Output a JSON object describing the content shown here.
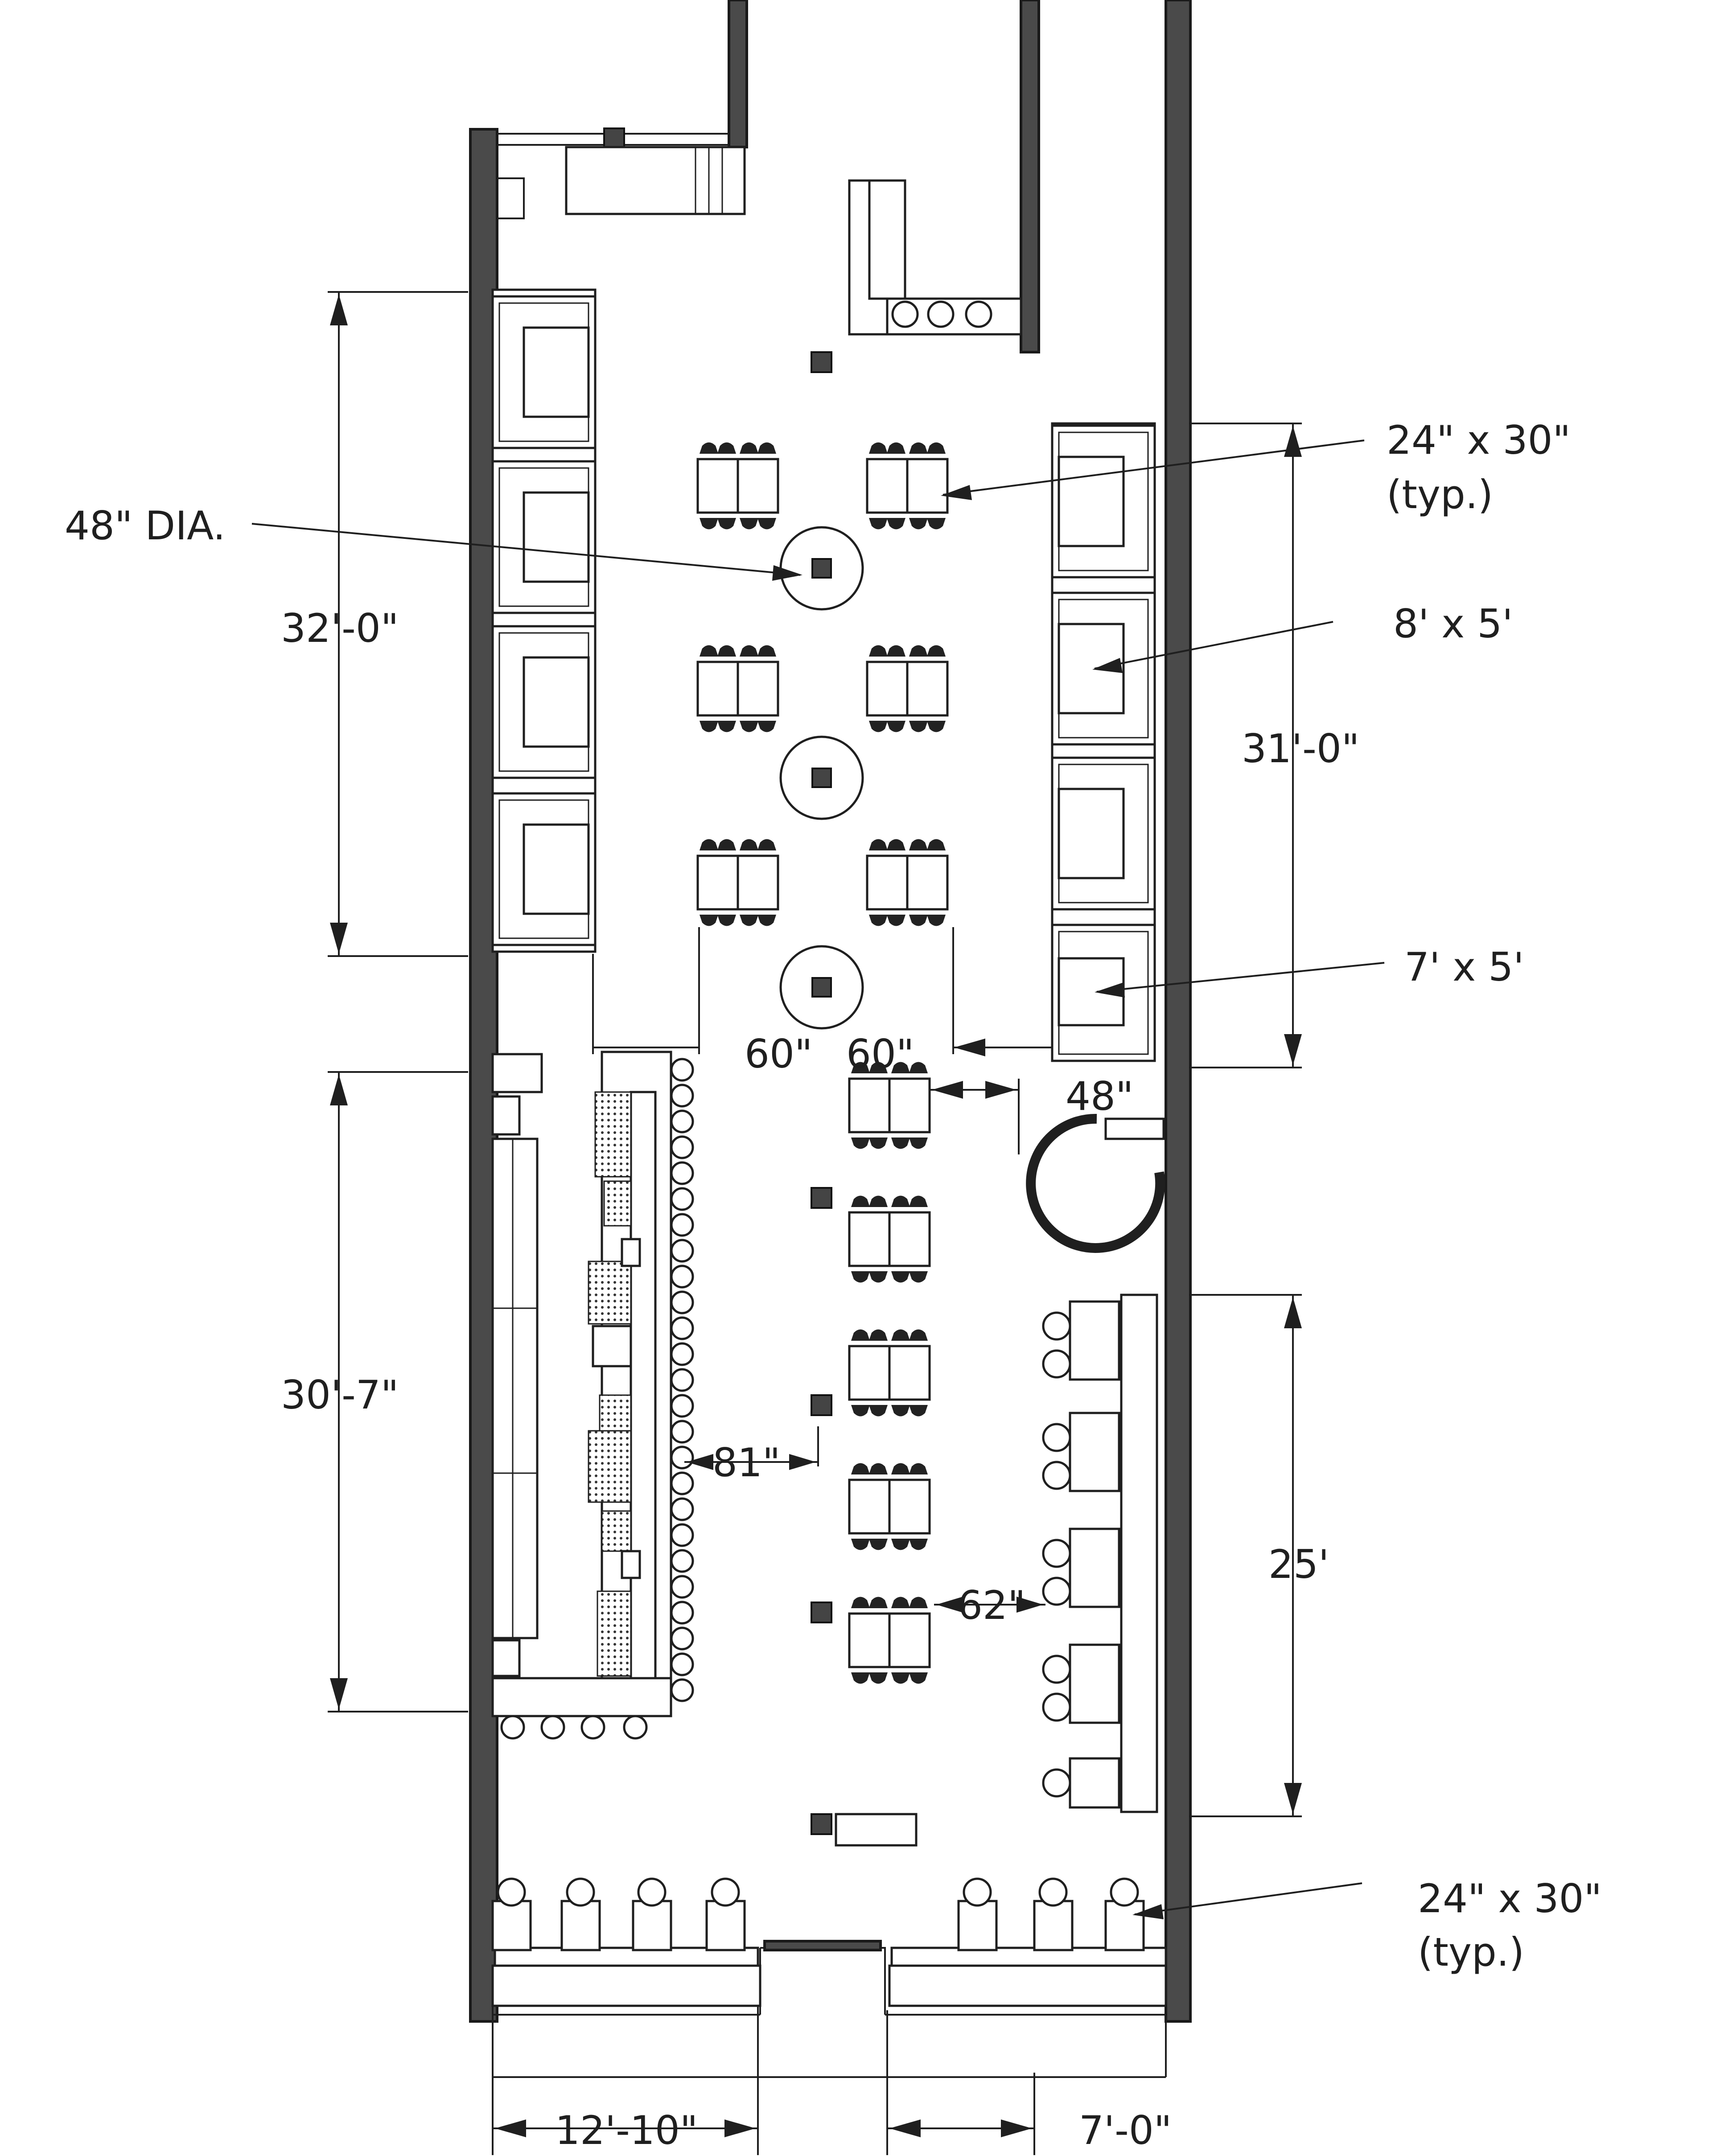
{
  "labels": {
    "table_size_top": "24\" x 30\"",
    "typ_top": "(typ.)",
    "round_table": "48\" DIA.",
    "booth_large": "8' x 5'",
    "booth_small": "7' x 5'",
    "table_size_bottom": "24\" x 30\"",
    "typ_bottom": "(typ.)"
  },
  "dimensions": {
    "left_booths": "32'-0\"",
    "right_booths": "31'-0\"",
    "left_bar": "30'-7\"",
    "right_bar": "25'",
    "aisle_a": "60\"",
    "aisle_b": "60\"",
    "aisle_c": "48\"",
    "bar_clearance": "81\"",
    "table_to_bar": "62\"",
    "front_left": "12'-10\"",
    "front_right": "7'-0\""
  },
  "colors": {
    "wall": "#4a4a4a",
    "line": "#1f1f1f",
    "background": "#ffffff"
  }
}
